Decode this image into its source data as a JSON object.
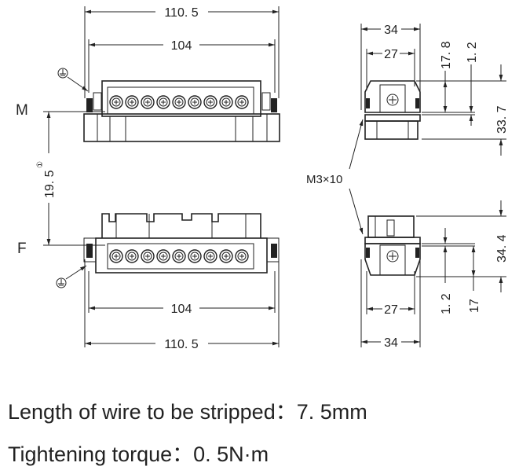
{
  "drawing": {
    "labels": {
      "male": "M",
      "female": "F",
      "screw": "M3×10"
    },
    "dimensions": {
      "top_overall_width": "110. 5",
      "top_inner_width": "104",
      "bottom_inner_width": "104",
      "bottom_overall_width": "110. 5",
      "vertical_offset": "19. 5",
      "vertical_offset_note": "①",
      "side_m_outer_width": "34",
      "side_m_inner_width": "27",
      "side_m_height_a": "17. 8",
      "side_m_gap": "1. 2",
      "side_m_total_height": "33. 7",
      "side_f_total_height": "34. 4",
      "side_f_gap": "1. 2",
      "side_f_height_a": "17",
      "side_f_inner_width": "27",
      "side_f_outer_width": "34"
    },
    "terminal_count": 9,
    "ground_symbol": "protective-earth-icon"
  },
  "notes": {
    "strip_length": "Length of wire to be stripped：7. 5mm",
    "torque": "Tightening torque：0. 5N·m"
  }
}
